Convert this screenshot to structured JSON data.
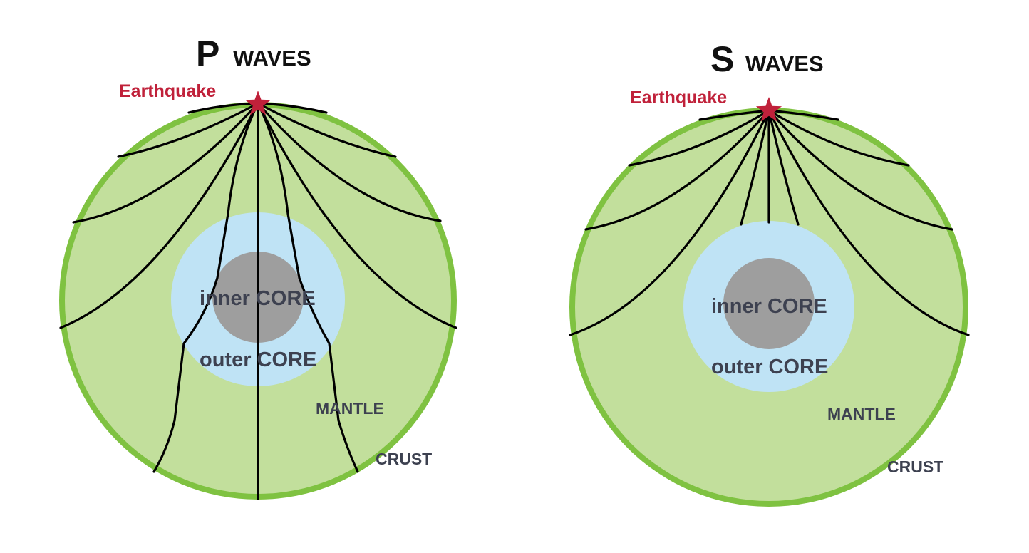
{
  "colors": {
    "crust": "#7fc241",
    "mantle": "#c2df9c",
    "outer_core": "#bfe3f5",
    "inner_core": "#9e9e9e",
    "earthquake": "#c0213a",
    "rays": "#000000",
    "label_text": "#3d4150"
  },
  "p_panel": {
    "title_letter": "P",
    "title_word": "WAVES",
    "earthquake_label": "Earthquake",
    "inner_core_label": "inner CORE",
    "outer_core_label": "outer CORE",
    "mantle_label": "MANTLE",
    "crust_label": "CRUST"
  },
  "s_panel": {
    "title_letter": "S",
    "title_word": "WAVES",
    "earthquake_label": "Earthquake",
    "inner_core_label": "inner CORE",
    "outer_core_label": "outer CORE",
    "mantle_label": "MANTLE",
    "crust_label": "CRUST"
  }
}
